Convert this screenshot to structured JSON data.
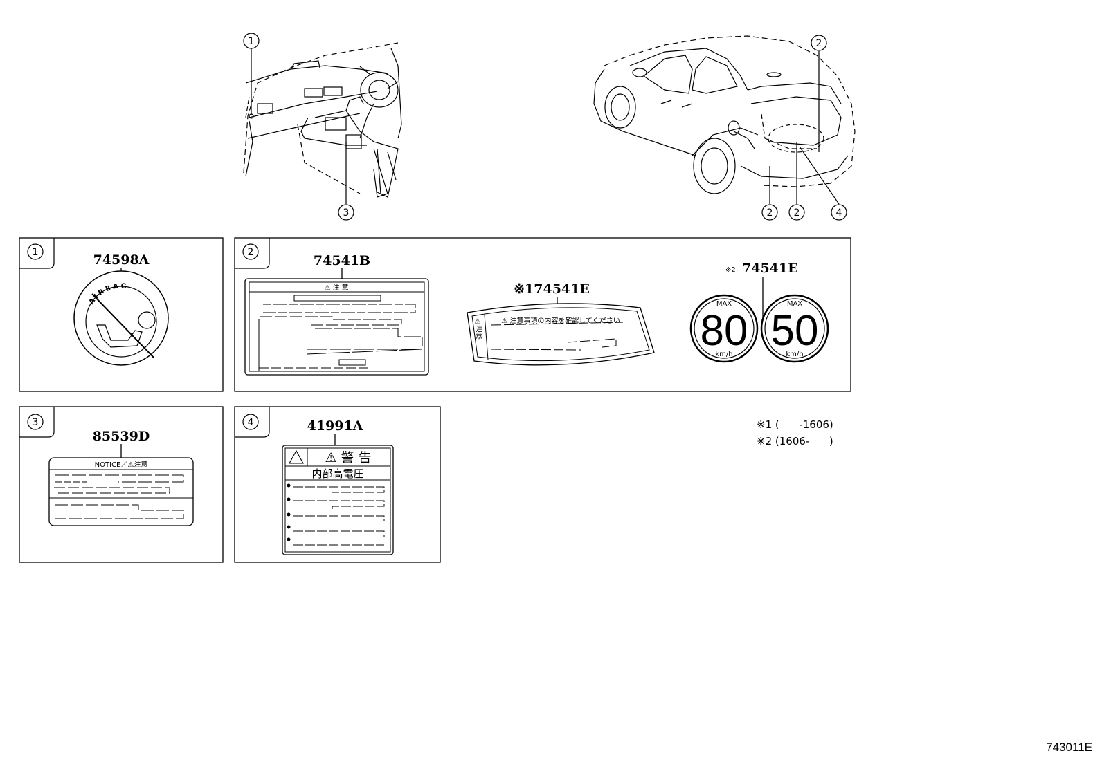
{
  "illustration_id": "743011E",
  "callouts": {
    "c1": "1",
    "c2": "2",
    "c3": "3",
    "c4": "4"
  },
  "panels": {
    "p1": {
      "num": "1",
      "part": "74598A",
      "airbag_text": "AIRBAG"
    },
    "p2": {
      "num": "2",
      "part_b": "74541B",
      "label_b_header": "⚠  注  意",
      "part_e1": "※174541E",
      "strip_side_text": "⚠注意",
      "strip_top_text": "⚠ 注意事項の内容を確認してください",
      "part_e2_mark": "※2",
      "part_e2": "74541E",
      "speed_max": "MAX",
      "speed_80": "80",
      "speed_50": "50",
      "speed_unit": "km/h"
    },
    "p3": {
      "num": "3",
      "part": "85539D",
      "label_header": "NOTICE／⚠注意"
    },
    "p4": {
      "num": "4",
      "part": "41991A",
      "label_header": "⚠  警 告",
      "label_sub": "内部高電圧"
    }
  },
  "notes": [
    "※1 (      -1606)",
    "※2 (1606-      )"
  ]
}
